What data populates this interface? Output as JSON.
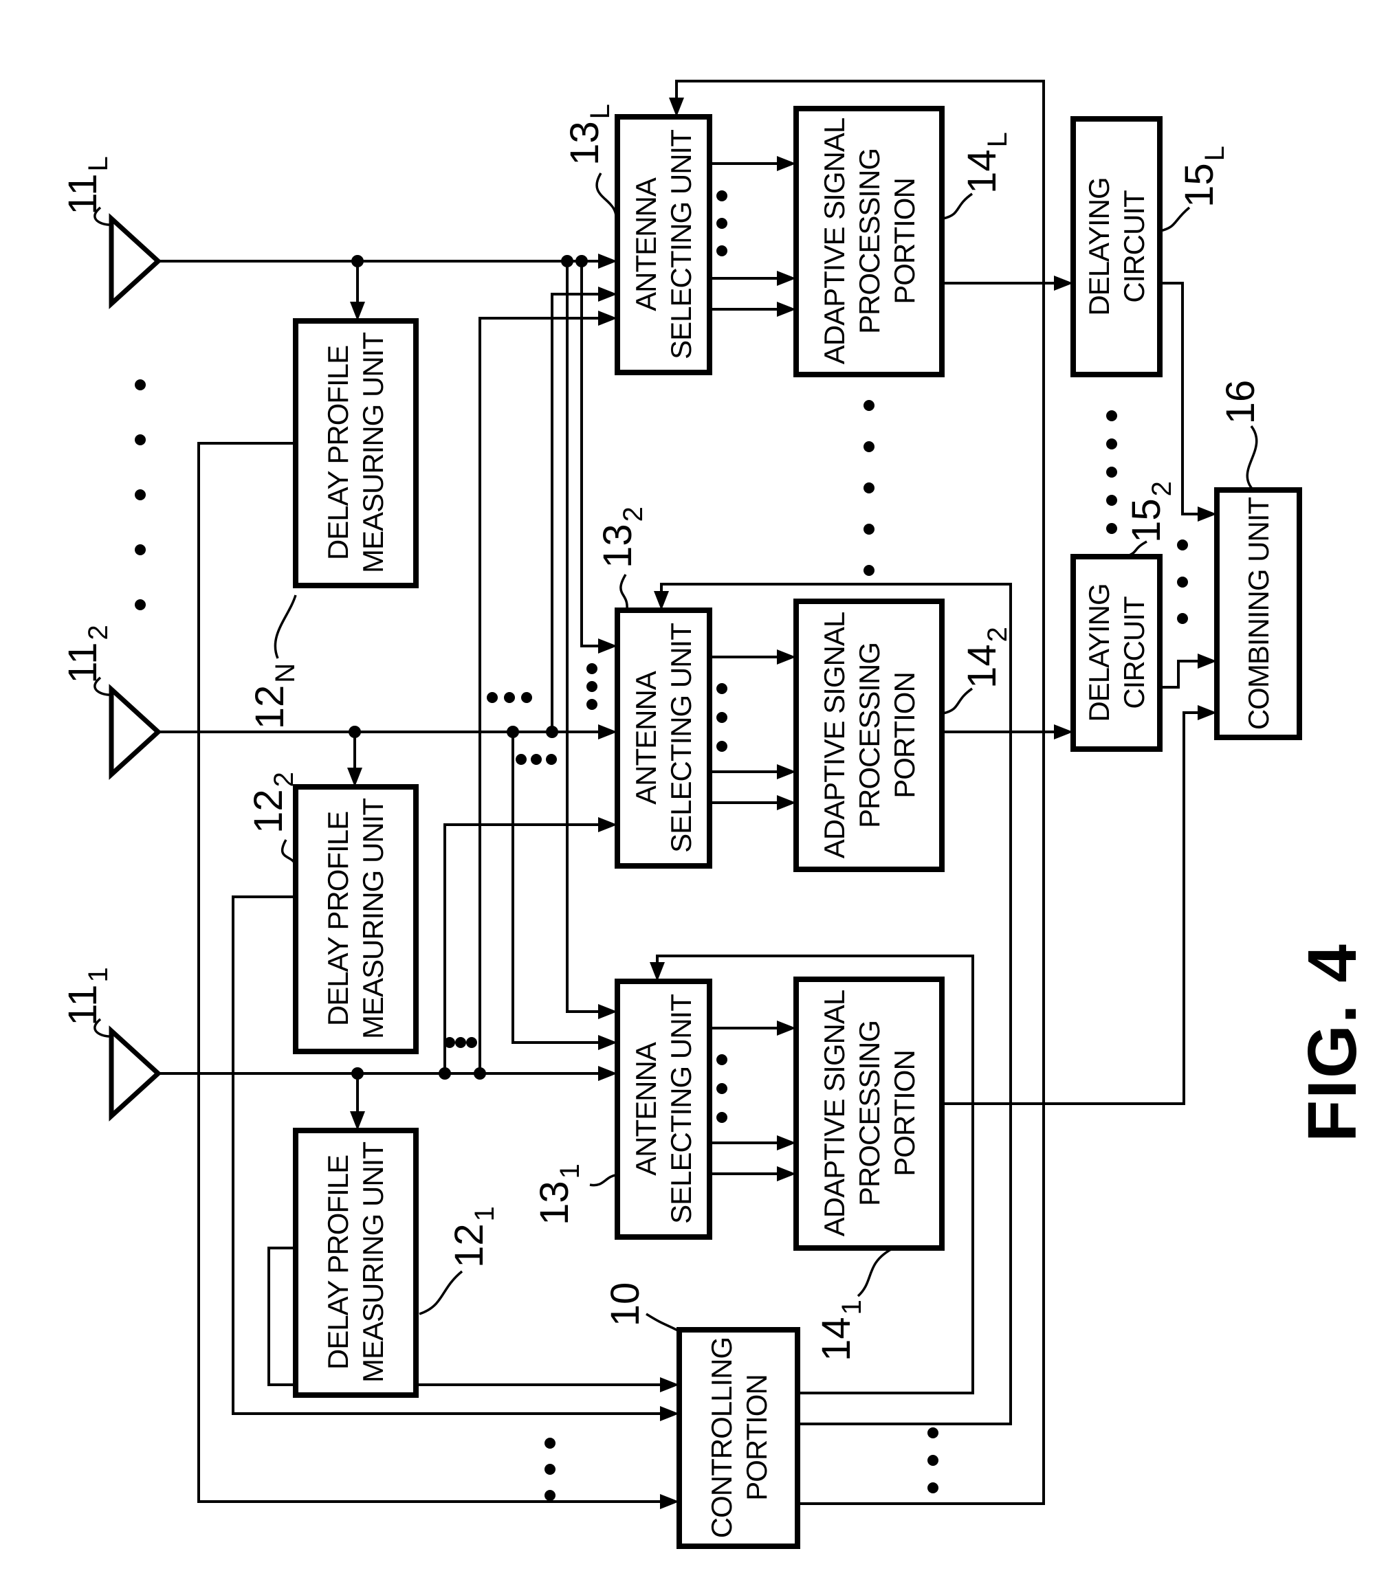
{
  "diagram": {
    "caption": "FIG. 4",
    "colors": {
      "line": "#000000",
      "background": "#ffffff"
    },
    "antennas": [
      {
        "num": "11",
        "sub": "L"
      },
      {
        "num": "11",
        "sub": "2"
      },
      {
        "num": "11",
        "sub": "1"
      }
    ],
    "dpmu": {
      "line1": "DELAY PROFILE",
      "line2": "MEASURING UNIT",
      "refs": [
        {
          "num": "12",
          "sub": "N"
        },
        {
          "num": "12",
          "sub": "2"
        },
        {
          "num": "12",
          "sub": "1"
        }
      ]
    },
    "asu": {
      "line1": "ANTENNA",
      "line2": "SELECTING UNIT",
      "refs": [
        {
          "num": "13",
          "sub": "L"
        },
        {
          "num": "13",
          "sub": "2"
        },
        {
          "num": "13",
          "sub": "1"
        }
      ]
    },
    "aspp": {
      "line1": "ADAPTIVE SIGNAL",
      "line2": "PROCESSING",
      "line3": "PORTION",
      "refs": [
        {
          "num": "14",
          "sub": "L"
        },
        {
          "num": "14",
          "sub": "2"
        },
        {
          "num": "14",
          "sub": "1"
        }
      ]
    },
    "delaying_circuit": {
      "line1": "DELAYING",
      "line2": "CIRCUIT",
      "refs": [
        {
          "num": "15",
          "sub": "L"
        },
        {
          "num": "15",
          "sub": "2"
        }
      ]
    },
    "combining_unit": {
      "title": "COMBINING UNIT",
      "ref": {
        "num": "16"
      }
    },
    "controlling_portion": {
      "line1": "CONTROLLING",
      "line2": "PORTION",
      "ref": {
        "num": "10"
      }
    }
  }
}
